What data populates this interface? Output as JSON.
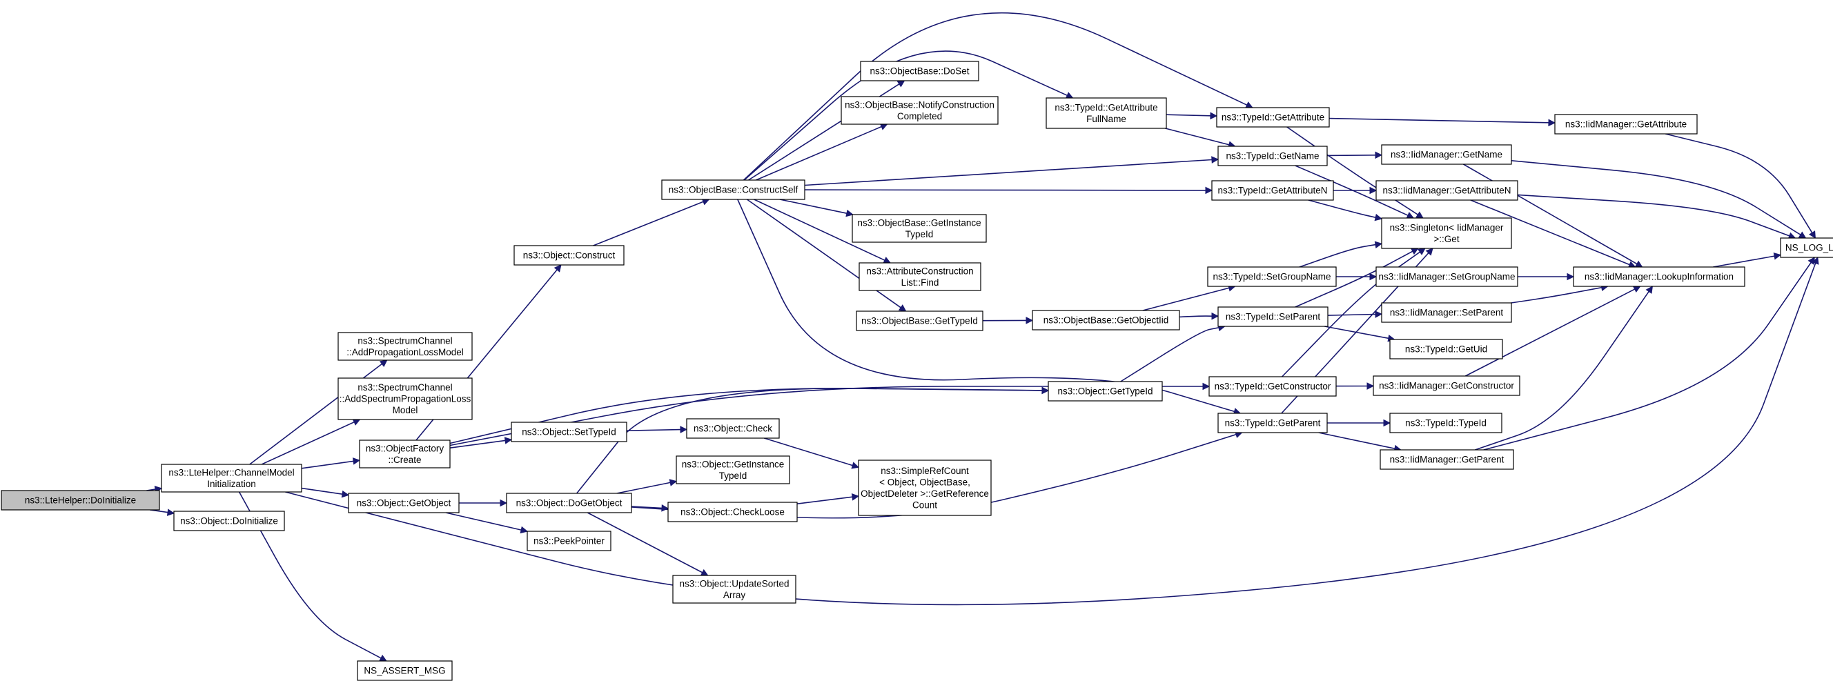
{
  "nodes": [
    {
      "id": "root",
      "lines": [
        "ns3::LteHelper::DoInitialize"
      ]
    },
    {
      "id": "cmi",
      "lines": [
        "ns3::LteHelper::ChannelModel",
        "Initialization"
      ]
    },
    {
      "id": "odi",
      "lines": [
        "ns3::Object::DoInitialize"
      ]
    },
    {
      "id": "scaplm",
      "lines": [
        "ns3::SpectrumChannel",
        "::AddPropagationLossModel"
      ]
    },
    {
      "id": "scasplm",
      "lines": [
        "ns3::SpectrumChannel",
        "::AddSpectrumPropagationLoss",
        "Model"
      ]
    },
    {
      "id": "ofc",
      "lines": [
        "ns3::ObjectFactory",
        "::Create"
      ]
    },
    {
      "id": "ogo",
      "lines": [
        "ns3::Object::GetObject"
      ]
    },
    {
      "id": "nam",
      "lines": [
        "NS_ASSERT_MSG"
      ]
    },
    {
      "id": "oc",
      "lines": [
        "ns3::Object::Construct"
      ]
    },
    {
      "id": "ost",
      "lines": [
        "ns3::Object::SetTypeId"
      ]
    },
    {
      "id": "odgo",
      "lines": [
        "ns3::Object::DoGetObject"
      ]
    },
    {
      "id": "pp",
      "lines": [
        "ns3::PeekPointer"
      ]
    },
    {
      "id": "obcs",
      "lines": [
        "ns3::ObjectBase::ConstructSelf"
      ]
    },
    {
      "id": "ochk",
      "lines": [
        "ns3::Object::Check"
      ]
    },
    {
      "id": "ogit",
      "lines": [
        "ns3::Object::GetInstance",
        "TypeId"
      ]
    },
    {
      "id": "ocl",
      "lines": [
        "ns3::Object::CheckLoose"
      ]
    },
    {
      "id": "ousa",
      "lines": [
        "ns3::Object::UpdateSorted",
        "Array"
      ]
    },
    {
      "id": "obds",
      "lines": [
        "ns3::ObjectBase::DoSet"
      ]
    },
    {
      "id": "obncc",
      "lines": [
        "ns3::ObjectBase::NotifyConstruction",
        "Completed"
      ]
    },
    {
      "id": "obgit",
      "lines": [
        "ns3::ObjectBase::GetInstance",
        "TypeId"
      ]
    },
    {
      "id": "aclf",
      "lines": [
        "ns3::AttributeConstruction",
        "List::Find"
      ]
    },
    {
      "id": "obgt",
      "lines": [
        "ns3::ObjectBase::GetTypeId"
      ]
    },
    {
      "id": "ogt",
      "lines": [
        "ns3::Object::GetTypeId"
      ]
    },
    {
      "id": "src",
      "lines": [
        "ns3::SimpleRefCount",
        "< Object, ObjectBase,",
        "ObjectDeleter >::GetReference",
        "Count"
      ]
    },
    {
      "id": "tgafn",
      "lines": [
        "ns3::TypeId::GetAttribute",
        "FullName"
      ]
    },
    {
      "id": "obgo",
      "lines": [
        "ns3::ObjectBase::GetObjectIid"
      ]
    },
    {
      "id": "tga",
      "lines": [
        "ns3::TypeId::GetAttribute"
      ]
    },
    {
      "id": "tgn",
      "lines": [
        "ns3::TypeId::GetName"
      ]
    },
    {
      "id": "tgan",
      "lines": [
        "ns3::TypeId::GetAttributeN"
      ]
    },
    {
      "id": "tsgn",
      "lines": [
        "ns3::TypeId::SetGroupName"
      ]
    },
    {
      "id": "tsp",
      "lines": [
        "ns3::TypeId::SetParent"
      ]
    },
    {
      "id": "tgc",
      "lines": [
        "ns3::TypeId::GetConstructor"
      ]
    },
    {
      "id": "tgp",
      "lines": [
        "ns3::TypeId::GetParent"
      ]
    },
    {
      "id": "imga",
      "lines": [
        "ns3::IidManager::GetAttribute"
      ]
    },
    {
      "id": "imgn",
      "lines": [
        "ns3::IidManager::GetName"
      ]
    },
    {
      "id": "imgan",
      "lines": [
        "ns3::IidManager::GetAttributeN"
      ]
    },
    {
      "id": "sig",
      "lines": [
        "ns3::Singleton< IidManager",
        " >::Get"
      ]
    },
    {
      "id": "imsgn",
      "lines": [
        "ns3::IidManager::SetGroupName"
      ]
    },
    {
      "id": "imsp",
      "lines": [
        "ns3::IidManager::SetParent"
      ]
    },
    {
      "id": "tgu",
      "lines": [
        "ns3::TypeId::GetUid"
      ]
    },
    {
      "id": "imgc",
      "lines": [
        "ns3::IidManager::GetConstructor"
      ]
    },
    {
      "id": "tti",
      "lines": [
        "ns3::TypeId::TypeId"
      ]
    },
    {
      "id": "imgp",
      "lines": [
        "ns3::IidManager::GetParent"
      ]
    },
    {
      "id": "imli",
      "lines": [
        "ns3::IidManager::LookupInformation"
      ]
    },
    {
      "id": "nll",
      "lines": [
        "NS_LOG_LOGIC"
      ]
    }
  ],
  "edges": [
    [
      "root",
      "cmi"
    ],
    [
      "root",
      "odi"
    ],
    [
      "cmi",
      "scaplm"
    ],
    [
      "cmi",
      "scasplm"
    ],
    [
      "cmi",
      "ofc"
    ],
    [
      "cmi",
      "ogo"
    ],
    [
      "cmi",
      "nam"
    ],
    [
      "cmi",
      "nll"
    ],
    [
      "ofc",
      "oc"
    ],
    [
      "ofc",
      "ost"
    ],
    [
      "ofc",
      "ogt"
    ],
    [
      "ofc",
      "tgc"
    ],
    [
      "ogo",
      "odgo"
    ],
    [
      "ogo",
      "pp"
    ],
    [
      "oc",
      "obcs"
    ],
    [
      "ost",
      "ochk"
    ],
    [
      "odgo",
      "ogit"
    ],
    [
      "odgo",
      "ocl"
    ],
    [
      "odgo",
      "ousa"
    ],
    [
      "odgo",
      "ogt"
    ],
    [
      "odgo",
      "tgp"
    ],
    [
      "ochk",
      "src"
    ],
    [
      "ocl",
      "src"
    ],
    [
      "obcs",
      "obds"
    ],
    [
      "obcs",
      "obncc"
    ],
    [
      "obcs",
      "obgit"
    ],
    [
      "obcs",
      "aclf"
    ],
    [
      "obcs",
      "obgt"
    ],
    [
      "obcs",
      "tgafn"
    ],
    [
      "obcs",
      "tga"
    ],
    [
      "obcs",
      "tgn"
    ],
    [
      "obcs",
      "tgan"
    ],
    [
      "obcs",
      "tgp"
    ],
    [
      "obgt",
      "obgo"
    ],
    [
      "obgo",
      "tsgn"
    ],
    [
      "obgo",
      "tsp"
    ],
    [
      "ogt",
      "tsp"
    ],
    [
      "tgafn",
      "tga"
    ],
    [
      "tgafn",
      "tgn"
    ],
    [
      "tga",
      "imga"
    ],
    [
      "tga",
      "sig"
    ],
    [
      "tgn",
      "imgn"
    ],
    [
      "tgn",
      "sig"
    ],
    [
      "tgan",
      "imgan"
    ],
    [
      "tgan",
      "sig"
    ],
    [
      "tsgn",
      "imsgn"
    ],
    [
      "tsgn",
      "sig"
    ],
    [
      "tsp",
      "imsp"
    ],
    [
      "tsp",
      "tgu"
    ],
    [
      "tsp",
      "sig"
    ],
    [
      "tgc",
      "imgc"
    ],
    [
      "tgc",
      "sig"
    ],
    [
      "tgp",
      "tti"
    ],
    [
      "tgp",
      "imgp"
    ],
    [
      "tgp",
      "sig"
    ],
    [
      "imga",
      "nll"
    ],
    [
      "imgn",
      "imli"
    ],
    [
      "imgn",
      "nll"
    ],
    [
      "imgan",
      "imli"
    ],
    [
      "imgan",
      "nll"
    ],
    [
      "imsgn",
      "imli"
    ],
    [
      "imsp",
      "imli"
    ],
    [
      "imgc",
      "imli"
    ],
    [
      "imgp",
      "imli"
    ],
    [
      "imgp",
      "nll"
    ],
    [
      "imli",
      "nll"
    ]
  ]
}
